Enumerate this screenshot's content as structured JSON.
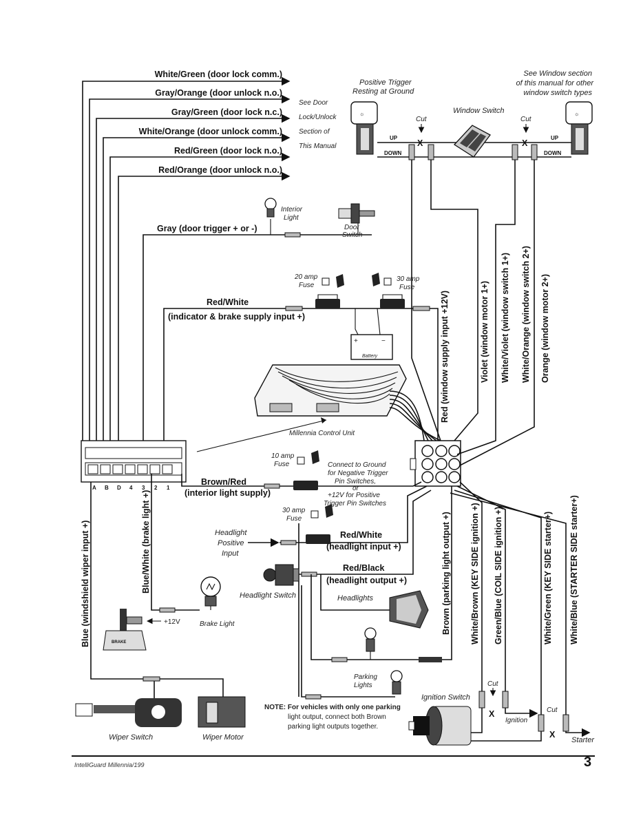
{
  "left_wires": [
    "White/Green  (door lock comm.)",
    "Gray/Orange  (door unlock n.o.)",
    "Gray/Green  (door lock n.c.)",
    "White/Orange  (door unlock comm.)",
    "Red/Green  (door lock n.o.)",
    "Red/Orange  (door unlock n.o.)"
  ],
  "door_lock_note": [
    "See Door",
    "Lock/Unlock",
    "Section of",
    "This Manual"
  ],
  "positive_trigger": [
    "Positive Trigger",
    "Resting at Ground"
  ],
  "window_section_note": [
    "See Window section",
    "of this manual for other",
    "window switch types"
  ],
  "window_switch": "Window Switch",
  "cut": "Cut",
  "up": "UP",
  "down": "DOWN",
  "interior_light": [
    "Interior",
    "Light"
  ],
  "door_switch": [
    "Door",
    "Switch"
  ],
  "gray_wire": "Gray  (door trigger + or -)",
  "fuse_20": [
    "20 amp",
    "Fuse"
  ],
  "fuse_30_top": [
    "30 amp",
    "Fuse"
  ],
  "red_white_top": "Red/White",
  "indicator_brake": "(indicator & brake supply  input +)",
  "battery": "Battery",
  "vertical_wires": [
    "Red (window supply input +12V)",
    "Violet (window motor 1+)",
    "White/Violet (window switch 1+)",
    "White/Orange (window switch 2+)",
    "Orange (window motor 2+)"
  ],
  "control_unit": "Millennia Control Unit",
  "fuse_10": [
    "10 amp",
    "Fuse"
  ],
  "ground_note": [
    "Connect to Ground",
    "for Negative Trigger",
    "Pin Switches,",
    "or",
    "+12V for Positive",
    "Trigger Pin Switches"
  ],
  "brown_red": "Brown/Red",
  "interior_light_supply": "(interior light supply)",
  "fuse_30_mid": [
    "30 amp",
    "Fuse"
  ],
  "headlight_positive": [
    "Headlight",
    "Positive",
    "Input"
  ],
  "red_white_mid": "Red/White",
  "headlight_input": "(headlight input +)",
  "red_black": "Red/Black",
  "headlight_output": "(headlight output +)",
  "headlight_switch": "Headlight Switch",
  "headlights": "Headlights",
  "blue_wire": "Blue  (windshield wiper input +)",
  "blue_white_wire": "Blue/White  (brake light +)",
  "plus12v": "+12V",
  "brake_light": "Brake Light",
  "brake_pedal": "BRAKE",
  "parking_lights": [
    "Parking",
    "Lights"
  ],
  "brown_wire": "Brown  (parking light output +)",
  "white_brown": "White/Brown  (KEY SIDE ignition +)",
  "green_blue": "Green/Blue  (COIL SIDE ignition +)",
  "white_green": "White/Green  (KEY SIDE starter+)",
  "white_blue": "White/Blue  (STARTER SIDE starter+)",
  "ignition_switch": "Ignition Switch",
  "ignition": "Ignition",
  "starter": "Starter",
  "note": [
    "NOTE: For vehicles with only one parking",
    "light output, connect both Brown",
    "parking light outputs together."
  ],
  "wiper_switch": "Wiper Switch",
  "wiper_motor": "Wiper Motor",
  "connector_pins": [
    "A",
    "B",
    "D",
    "4",
    "3",
    "2",
    "1"
  ],
  "footer": "IntelliGuard Millennia/199",
  "page_number": "3"
}
